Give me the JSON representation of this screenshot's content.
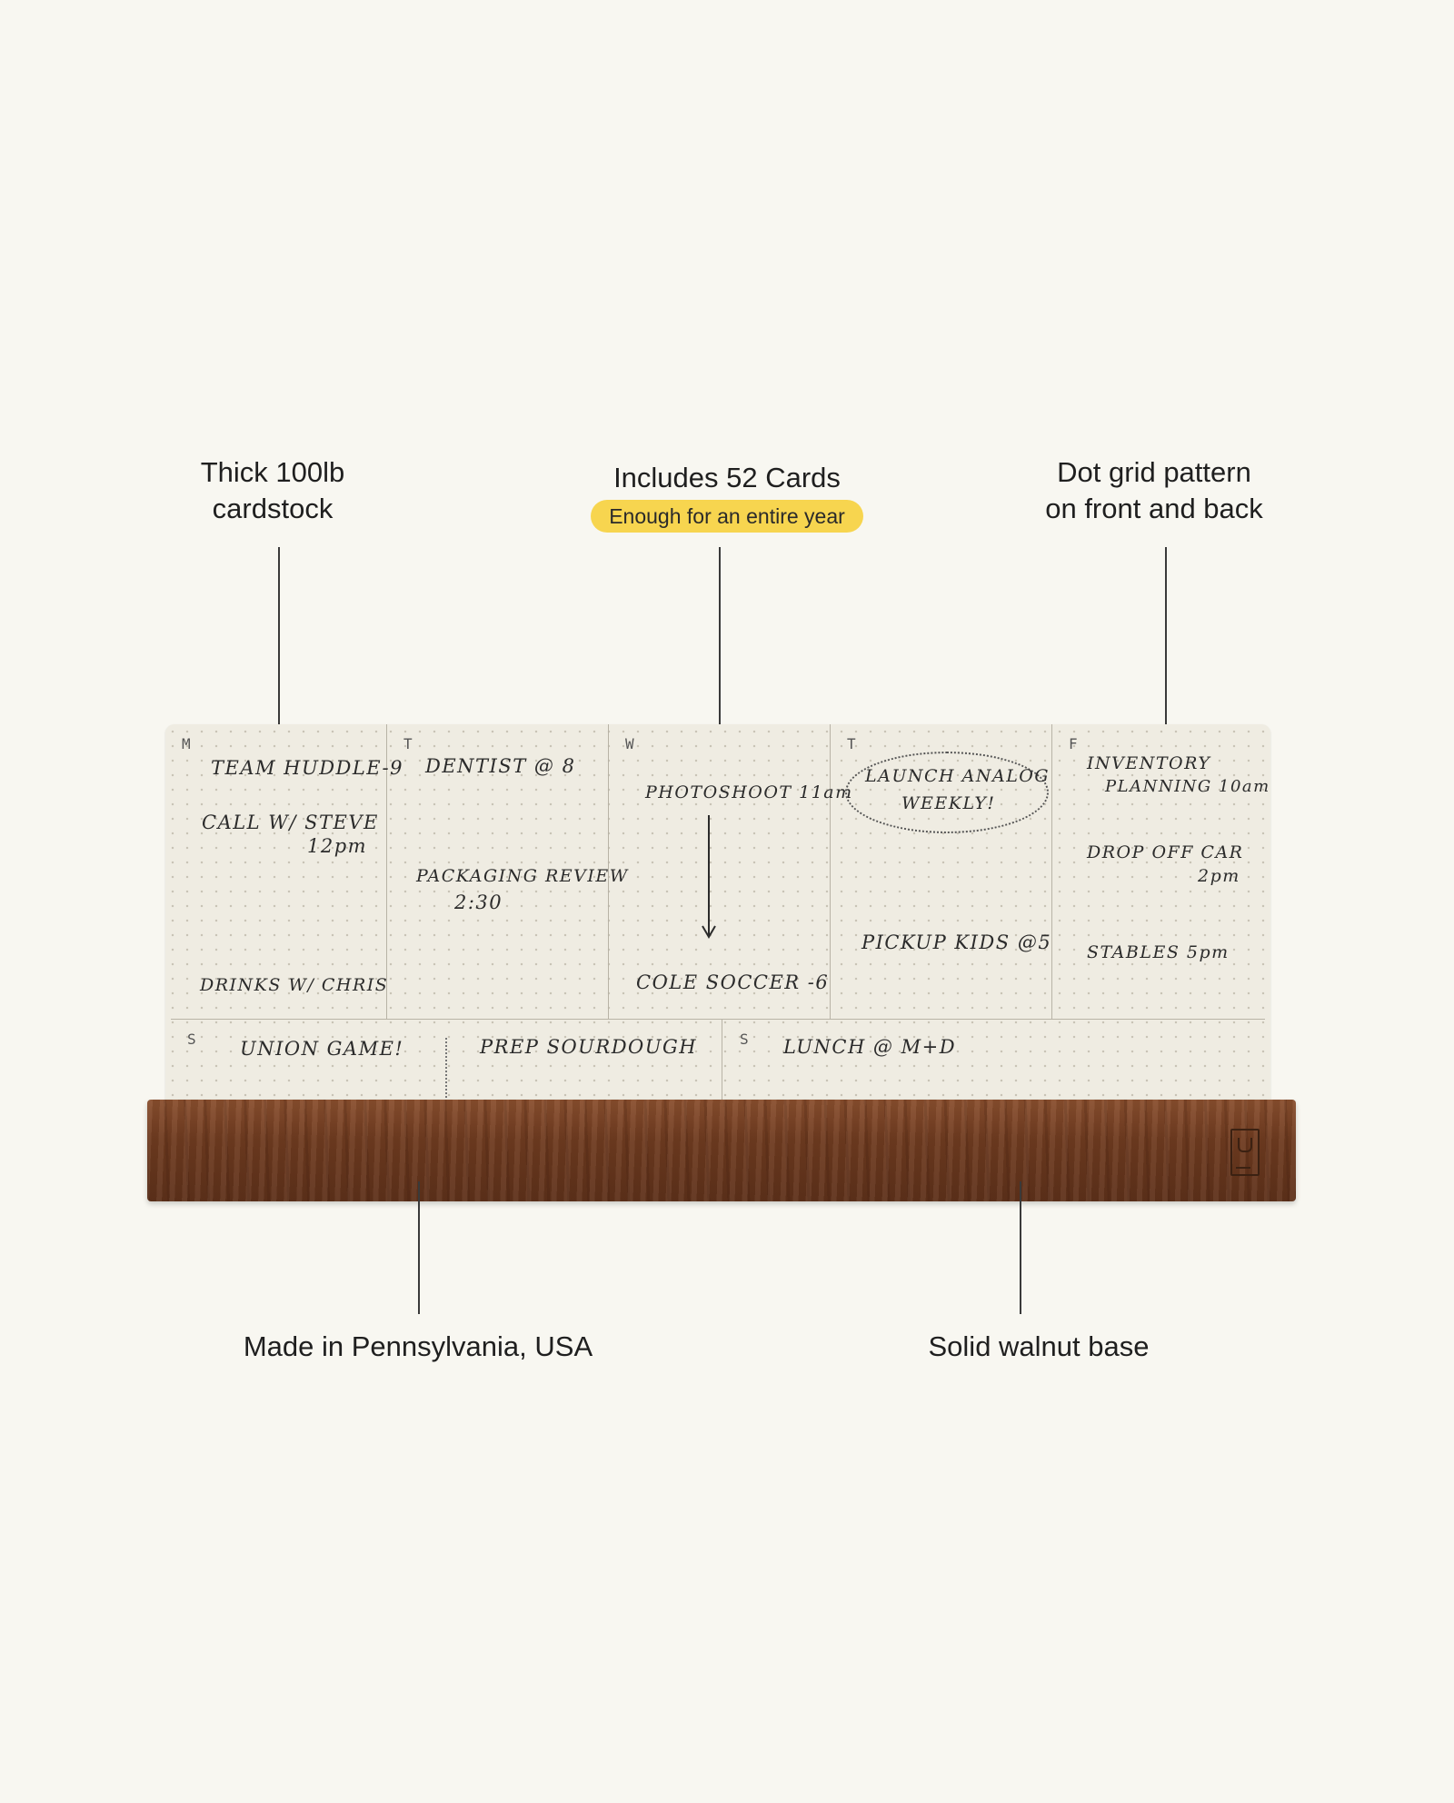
{
  "callouts": {
    "cardstock": {
      "line1": "Thick 100lb",
      "line2": "cardstock"
    },
    "cards": {
      "title": "Includes 52 Cards",
      "badge": "Enough for an entire year"
    },
    "dotgrid": {
      "line1": "Dot grid pattern",
      "line2": "on front and back"
    },
    "made": {
      "text": "Made in Pennsylvania, USA"
    },
    "walnut": {
      "text": "Solid walnut base"
    }
  },
  "card": {
    "days": [
      {
        "letter": "M",
        "notes": [
          "TEAM HUDDLE-9",
          "CALL W/ STEVE",
          "12pm",
          "DRINKS W/ CHRIS"
        ]
      },
      {
        "letter": "T",
        "notes": [
          "DENTIST @ 8",
          "PACKAGING REVIEW",
          "2:30"
        ]
      },
      {
        "letter": "W",
        "notes": [
          "PHOTOSHOOT  11am",
          "COLE SOCCER -6"
        ]
      },
      {
        "letter": "T",
        "notes": [
          "LAUNCH ANALOG",
          "WEEKLY!",
          "PICKUP KIDS @5"
        ]
      },
      {
        "letter": "F",
        "notes": [
          "INVENTORY",
          "PLANNING  10am",
          "DROP OFF CAR",
          "2pm",
          "STABLES  5pm"
        ]
      }
    ],
    "weekend": [
      {
        "letter": "S",
        "notes": [
          "UNION GAME!",
          "PREP SOURDOUGH"
        ]
      },
      {
        "letter": "S",
        "notes": [
          "LUNCH @ M+D"
        ]
      }
    ]
  },
  "colors": {
    "background": "#f8f7f1",
    "badge": "#f7d54f",
    "walnut": "#6f3b20",
    "card": "#efece2"
  },
  "icons": {
    "base_logo": "brand-logo-icon"
  }
}
